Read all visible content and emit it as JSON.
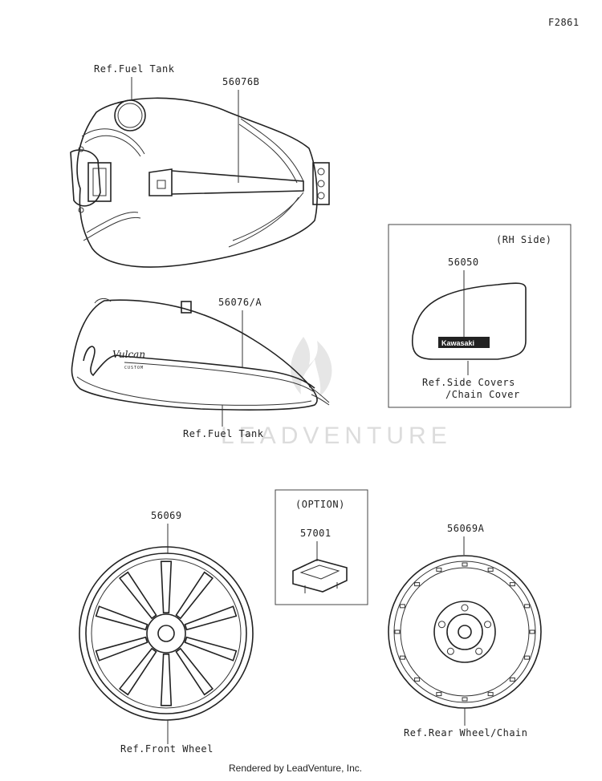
{
  "figure_code": "F2861",
  "callouts": {
    "ref_fuel_tank_top": "Ref.Fuel Tank",
    "part_56076b": "56076B",
    "part_56076a": "56076/A",
    "ref_fuel_tank_bottom": "Ref.Fuel Tank",
    "part_56069": "56069",
    "ref_front_wheel": "Ref.Front Wheel",
    "part_57001": "57001",
    "part_56069a": "56069A",
    "ref_rear_wheel": "Ref.Rear Wheel/Chain"
  },
  "rh_side_box": {
    "title": "(RH Side)",
    "part": "56050",
    "ref_line1": "Ref.Side Covers",
    "ref_line2": "/Chain Cover",
    "decal_text": "Kawasaki"
  },
  "option_box": {
    "title": "(OPTION)"
  },
  "tank_logo": {
    "script": "Vulcan",
    "sub": "CUSTOM"
  },
  "watermark": "LEADVENTURE",
  "footer": "Rendered by LeadVenture, Inc."
}
